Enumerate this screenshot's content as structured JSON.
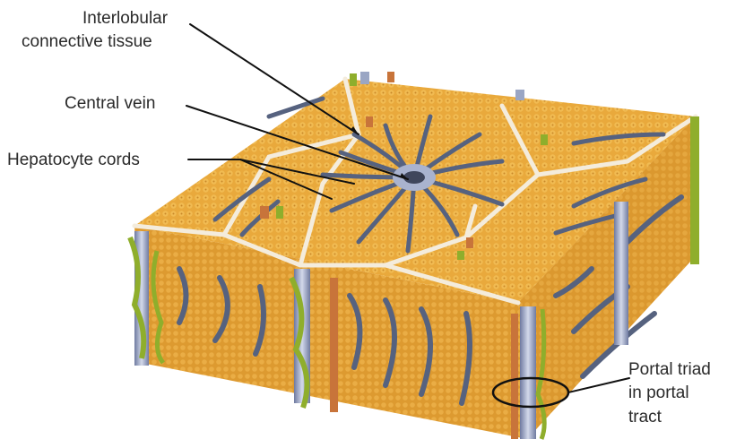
{
  "labels": {
    "interlobular_line1": "Interlobular",
    "interlobular_line2": "connective tissue",
    "central_vein": "Central vein",
    "hepatocyte_cords": "Hepatocyte cords",
    "portal_line1": "Portal triad",
    "portal_line2": "in portal",
    "portal_line3": "tract"
  },
  "colors": {
    "parenchyma": "#e8a83a",
    "parenchyma_dark": "#c98a24",
    "sinusoid": "#5d6a86",
    "septa": "#f3ead8",
    "portal_vein": "#9aa6c4",
    "hepatic_artery": "#c8743a",
    "bile_duct": "#8fae2c"
  }
}
